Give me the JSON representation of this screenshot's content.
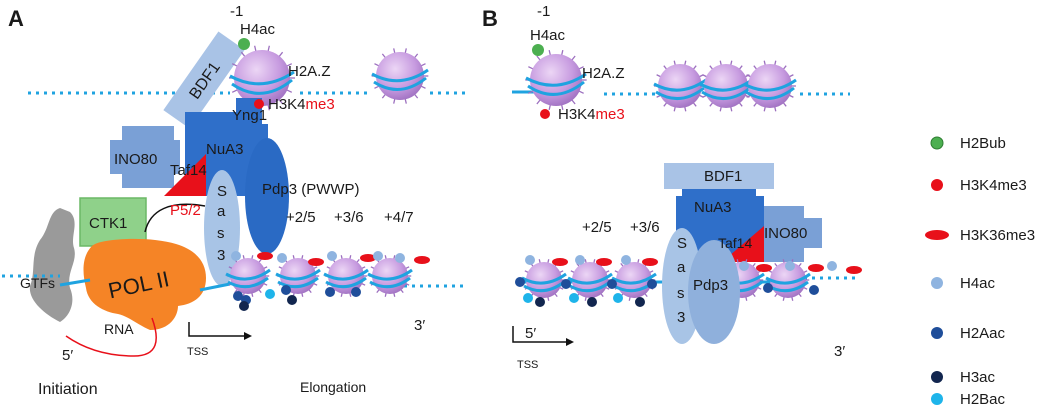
{
  "panels": {
    "a": {
      "letter": "A",
      "minus1": "-1",
      "h4ac": "H4ac",
      "h2az": "H2A.Z",
      "bdf1": "BDF1",
      "h3k4_prefix": "H3K4",
      "h3k4_suffix": "me3",
      "yng1": "Yng1",
      "ino80": "INO80",
      "nua3": "NuA3",
      "taf14": "Taf14",
      "pdp3": "Pdp3 (PWWP)",
      "sas3": [
        "S",
        "a",
        "s",
        "3"
      ],
      "ctk1": "CTK1",
      "p52": "P5/2",
      "pol2": "POL II",
      "gtfs": "GTFs",
      "pos1": "+2/5",
      "pos2": "+3/6",
      "pos3": "+4/7",
      "rna": "RNA",
      "five_prime": "5′",
      "three_prime": "3′",
      "tss": "TSS",
      "initiation": "Initiation",
      "elongation": "Elongation"
    },
    "b": {
      "letter": "B",
      "minus1": "-1",
      "h4ac": "H4ac",
      "h2az": "H2A.Z",
      "h3k4_prefix": "H3K4",
      "h3k4_suffix": "me3",
      "bdf1": "BDF1",
      "nua3": "NuA3",
      "taf14": "Taf14",
      "ino80": "INO80",
      "pdp3": "Pdp3",
      "sas3": [
        "S",
        "a",
        "s",
        "3"
      ],
      "pos1": "+2/5",
      "pos2": "+3/6",
      "five_prime": "5′",
      "three_prime": "3′",
      "tss": "TSS"
    }
  },
  "legend": [
    {
      "label": "H2Bub",
      "color": "#4caf50",
      "shape": "circle"
    },
    {
      "label": "H3K4me3",
      "color": "#e8101a",
      "shape": "circle"
    },
    {
      "label": "H3K36me3",
      "color": "#e8101a",
      "shape": "ellipse"
    },
    {
      "label": "H4ac",
      "color": "#8fb4e0",
      "shape": "circle"
    },
    {
      "label": "H2Aac",
      "color": "#1f4e9a",
      "shape": "circle"
    },
    {
      "label": "H3ac",
      "color": "#12264f",
      "shape": "circle"
    },
    {
      "label": "H2Bac",
      "color": "#1eb4ea",
      "shape": "circle"
    }
  ],
  "colors": {
    "dna": "#1fa3e0",
    "nucleosome": "#c89be0",
    "bdf1": "#a9c3e6",
    "complex_dark": "#2f6fc9",
    "ino80": "#7aa0d6",
    "taf14": "#e8101a",
    "pdp3": "#2a6ac4",
    "sas3": "#a8c4e6",
    "ctk1": "#8fd18a",
    "pol2": "#f58426",
    "gtfs": "#9a9a9a"
  }
}
